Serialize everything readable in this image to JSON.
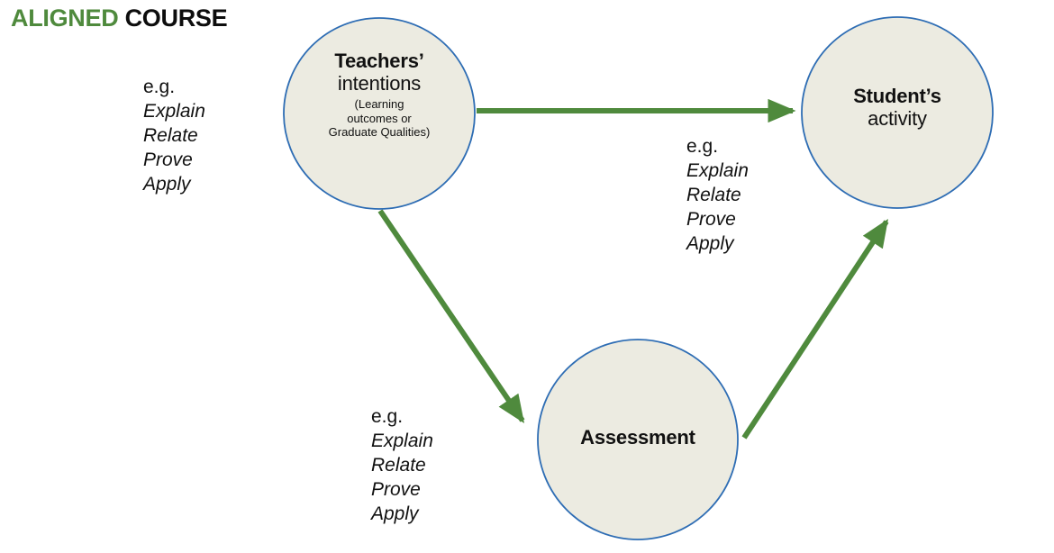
{
  "title": {
    "part_green": "ALIGNED",
    "part_black": "COURSE",
    "color_green": "#4f8a3d",
    "color_black": "#0d0d0d"
  },
  "theme": {
    "arrow_green": "#4f8a3d",
    "circle_fill": "#ecebe1",
    "circle_stroke": "#2e6db4",
    "background": "#ffffff"
  },
  "nodes": [
    {
      "id": "teachers-intentions",
      "line1": "Teachers’",
      "line2": "intentions",
      "detail1": "(Learning",
      "detail2": "outcomes or",
      "detail3": "Graduate Qualities)"
    },
    {
      "id": "students-activity",
      "line1": "Student’s",
      "line2": "activity"
    },
    {
      "id": "assessment",
      "line1": "Assessment"
    }
  ],
  "examples": {
    "head": "e.g.",
    "items": [
      "Explain",
      "Relate",
      "Prove",
      "Apply"
    ]
  },
  "arrows": [
    {
      "id": "intentions-to-activity",
      "from": "teachers-intentions",
      "to": "students-activity"
    },
    {
      "id": "intentions-to-assessment",
      "from": "teachers-intentions",
      "to": "assessment"
    },
    {
      "id": "assessment-to-activity",
      "from": "assessment",
      "to": "students-activity"
    }
  ]
}
